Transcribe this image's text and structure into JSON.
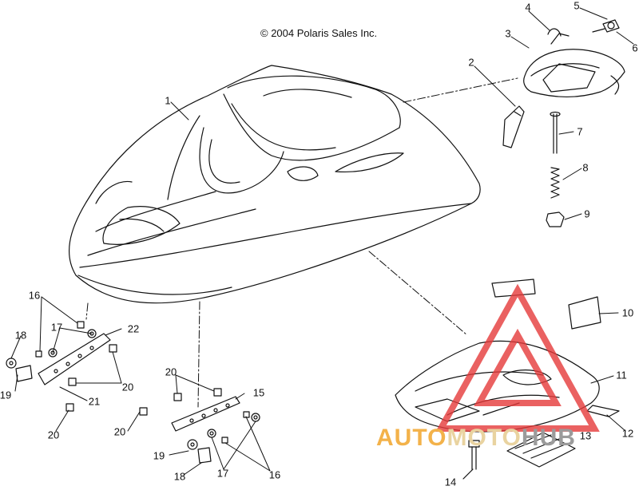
{
  "copyright": "© 2004 Polaris Sales Inc.",
  "callouts": {
    "c1": "1",
    "c2": "2",
    "c3": "3",
    "c4": "4",
    "c5": "5",
    "c6": "6",
    "c7": "7",
    "c8": "8",
    "c9": "9",
    "c10": "10",
    "c11": "11",
    "c12": "12",
    "c13": "13",
    "c14": "14",
    "c15": "15",
    "c16a": "16",
    "c16b": "16",
    "c17a": "17",
    "c17b": "17",
    "c18a": "18",
    "c18b": "18",
    "c19a": "19",
    "c19b": "19",
    "c20a": "20",
    "c20b": "20",
    "c20c": "20",
    "c20d": "20",
    "c21": "21",
    "c22": "22"
  },
  "watermark": {
    "part1": "AUTO",
    "part2": "MOTO",
    "part3": "HUB"
  },
  "colors": {
    "line": "#111111",
    "watermark_red": "#e53a3a",
    "watermark_orange": "#f3b24a"
  }
}
